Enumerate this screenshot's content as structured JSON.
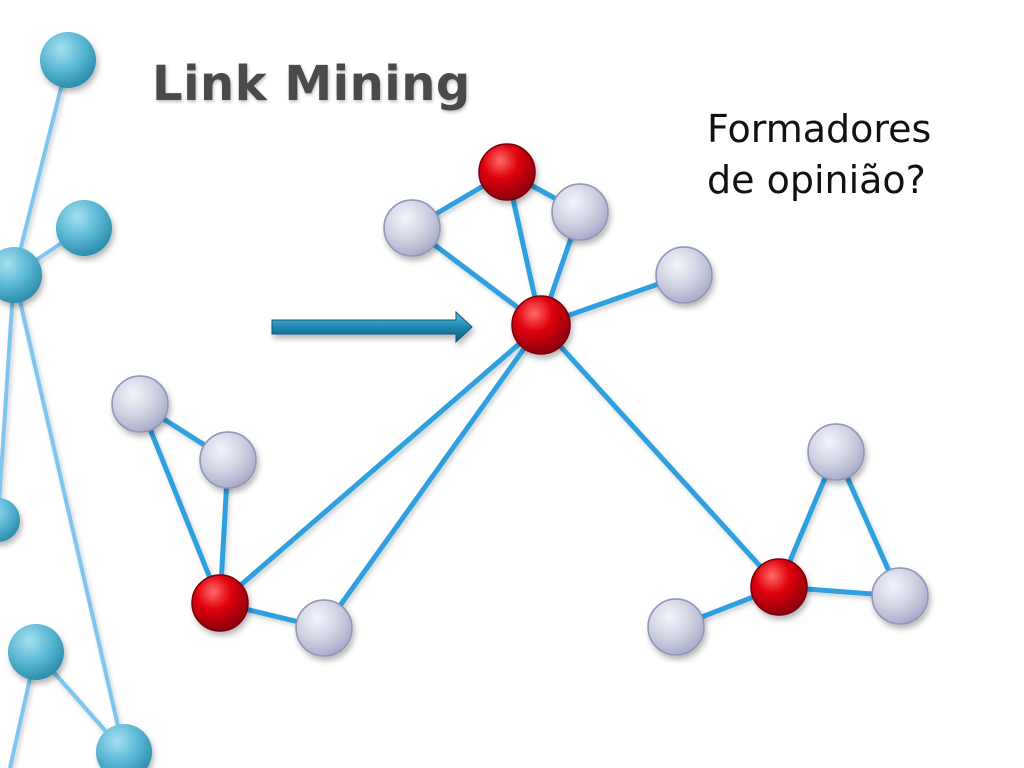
{
  "slide": {
    "title": "Link Mining",
    "callout": {
      "line1": "Formadores",
      "line2": "de opinião?"
    }
  },
  "colors": {
    "edge": "#2ea0e0",
    "edge_light": "#7fc6ee",
    "node_gray": "#c9cbe0",
    "node_red": "#d60010",
    "node_teal": "#5ab8d4",
    "arrow": "#1f88b0",
    "title": "#4a4a4a"
  }
}
